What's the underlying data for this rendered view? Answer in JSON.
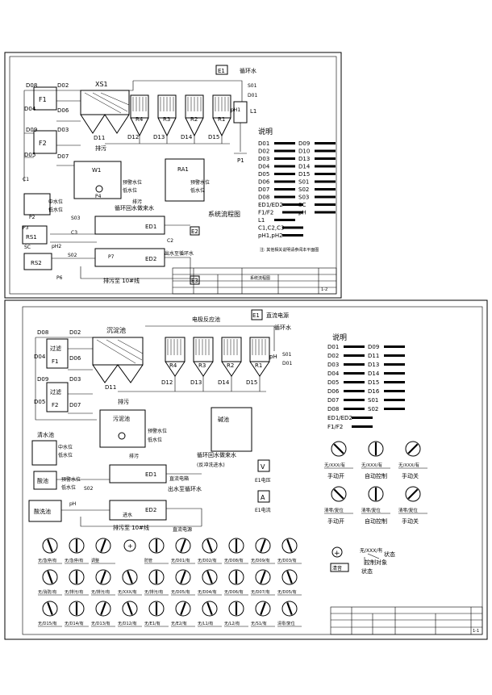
{
  "top": {
    "title": "系统流程图",
    "labels": {
      "xs1": "XS1",
      "e1": "E1",
      "circ": "循环水",
      "s01": "S01",
      "d01": "D01",
      "ph1": "pH1",
      "l1": "L1",
      "p1": "P1",
      "d08": "D08",
      "d02": "D02",
      "f1": "F1",
      "d04": "D04",
      "d06": "D06",
      "d09": "D09",
      "d03": "D03",
      "f2": "F2",
      "d05": "D05",
      "d07": "D07",
      "c1": "C1",
      "d11": "D11",
      "paiwu": "排污",
      "w1": "W1",
      "p4": "P4",
      "r4": "R4",
      "r3": "R3",
      "r2": "R2",
      "r1": "R1",
      "d12": "D12",
      "d13": "D13",
      "d14": "D14",
      "d15": "D15",
      "ra1": "RA1",
      "alarm": "预警水位",
      "low": "低水位",
      "zs": "中水位",
      "ds": "低水位",
      "p2": "P2",
      "s03": "S03",
      "c3": "C3",
      "p3": "P3",
      "rs1": "RS1",
      "c2": "C2",
      "ph2": "pH2",
      "s02": "S02",
      "rs2": "RS2",
      "p6": "P6",
      "ed1": "ED1",
      "ed2": "ED2",
      "e2": "E2",
      "e3": "E3",
      "p7": "P7",
      "return": "循环回水做来水",
      "out": "出水至循环水",
      "drain": "排污至 10#线",
      "paiwu2": "排污"
    },
    "legend_title": "说明",
    "legend_left": [
      "D01",
      "D02",
      "D03",
      "D04",
      "D05",
      "D06",
      "D07",
      "D08",
      "ED1/ED2",
      "F1/F2",
      "L1",
      "C1,C2,C3",
      "pH1,pH2"
    ],
    "legend_right": [
      "D09",
      "D10",
      "D13",
      "D14",
      "D15",
      "S01",
      "S02",
      "S03",
      "SC",
      "pH"
    ],
    "note": "注: 其他相关说明请参阅本平面图",
    "tb_name": "系统流程图",
    "tb_page": "1-2"
  },
  "bottom": {
    "labels": {
      "d08": "D08",
      "d02": "D02",
      "guolv1": "过滤",
      "f1": "F1",
      "d04": "D04",
      "d06": "D06",
      "d09": "D09",
      "d03": "D03",
      "guolv2": "过滤",
      "f2": "F2",
      "d05": "D05",
      "d07": "D07",
      "chendian": "沉淀池",
      "dianfanying": "电极反应池",
      "e1": "E1",
      "dc_power": "直流电源",
      "circ": "循环水",
      "s01": "S01",
      "d01": "D01",
      "ph": "pH",
      "r4": "R4",
      "r3": "R3",
      "r2": "R2",
      "r1": "R1",
      "d12": "D12",
      "d13": "D13",
      "d14": "D14",
      "d15": "D15",
      "d11": "D11",
      "paiwu": "排污",
      "wuni": "污泥池",
      "alarm": "预警水位",
      "low": "低水位",
      "jian": "碱池",
      "qingshui": "清水池",
      "zs": "中水位",
      "ds": "低水位",
      "paiwu2": "排污",
      "return": "循环回水做来水",
      "reverse": "(反冲洗进水)",
      "alarm2": "预警水位",
      "dwater": "低水位",
      "s02": "S02",
      "ph2": "pH",
      "suan": "酸池",
      "suanliu": "酸洗池",
      "ed1": "ED1",
      "ed2": "ED2",
      "e1v": "E1电压",
      "e1a": "E1电流",
      "v": "V",
      "a": "A",
      "out": "出水至循环水",
      "jinshui": "进水",
      "drain": "排污至 10#线",
      "dc_elec": "直流电箱",
      "dc_elec2": "直流电源"
    },
    "legend_title": "说明",
    "legend_left": [
      "D01",
      "D02",
      "D03",
      "D04",
      "D05",
      "D06",
      "D07",
      "D08",
      "ED1/ED2",
      "F1/F2"
    ],
    "legend_right": [
      "D09",
      "D11",
      "D13",
      "D14",
      "D15",
      "D16",
      "S01",
      "S02"
    ],
    "switches_a": [
      {
        "tag": "无/XXX/有",
        "cap": "手动开"
      },
      {
        "tag": "无/XXX/有",
        "cap": "自动控制"
      },
      {
        "tag": "无/XXX/有",
        "cap": "手动关"
      }
    ],
    "switches_b": [
      {
        "tag": "清零/复位",
        "cap": "手动开"
      },
      {
        "tag": "清零/复位",
        "cap": "自动控制"
      },
      {
        "tag": "清零/复位",
        "cap": "手动关"
      }
    ],
    "key": {
      "state": "状态",
      "target": "控制对象",
      "state2": "状态",
      "reset": "清音"
    },
    "knob_rows": [
      [
        "无/急停/有",
        "无/急停/有",
        "调整",
        "",
        "防管",
        "无/D01/有",
        "无/D02/有",
        "无/D08/有",
        "无/D09/有",
        "无/D03/有"
      ],
      [
        "无/消防/有",
        "无/排污/有",
        "无/排污/有",
        "无/XXX/有",
        "无/排污/有",
        "无/D05/有",
        "无/D04/有",
        "无/D06/有",
        "无/D07/有",
        "无/D05/有"
      ],
      [
        "无/D15/有",
        "无/D14/有",
        "无/D13/有",
        "无/D12/有",
        "无/E1/有",
        "无/E2/有",
        "无/L1/有",
        "无/L2/有",
        "无/S1/有",
        "清零/复位"
      ]
    ],
    "tb_page": "1-1"
  }
}
